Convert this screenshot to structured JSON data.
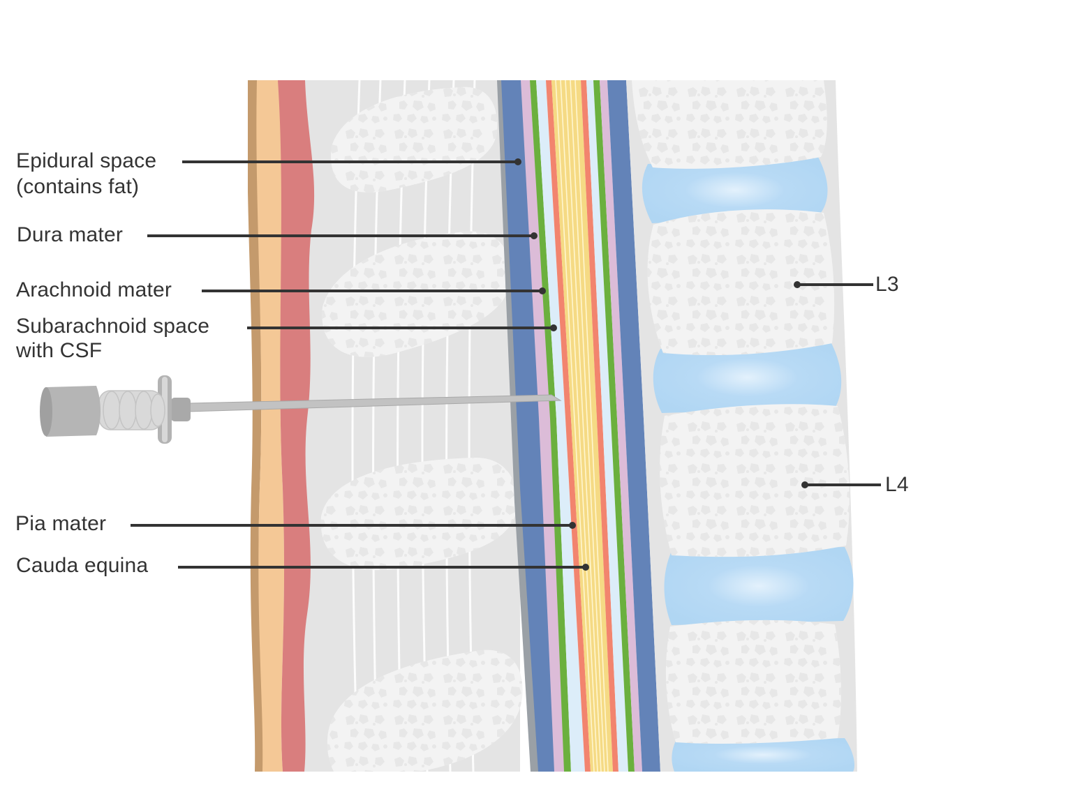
{
  "labels": {
    "epidural_line1": "Epidural space",
    "epidural_line2": "(contains fat)",
    "dura": "Dura mater",
    "arachnoid": "Arachnoid mater",
    "subarachnoid_line1": "Subarachnoid space",
    "subarachnoid_line2": "with CSF",
    "pia": "Pia mater",
    "cauda": "Cauda equina",
    "l3": "L3",
    "l4": "L4"
  },
  "colors": {
    "skin": "#c49a6c",
    "subcutaneous_fat": "#f4c896",
    "muscle": "#d97e7e",
    "ligament": "#e2e2e2",
    "bone": "#f3f3f3",
    "epidural_space": "#6383b8",
    "dura_mater": "#dcbcd8",
    "arachnoid_mater": "#6bb03e",
    "csf": "#dcedf9",
    "pia_mater": "#f2846e",
    "cauda_equina": "#f5da84",
    "intervertebral_disc": "#b5d9f4",
    "leader_line": "#333333",
    "needle": "#c2c2c2"
  }
}
